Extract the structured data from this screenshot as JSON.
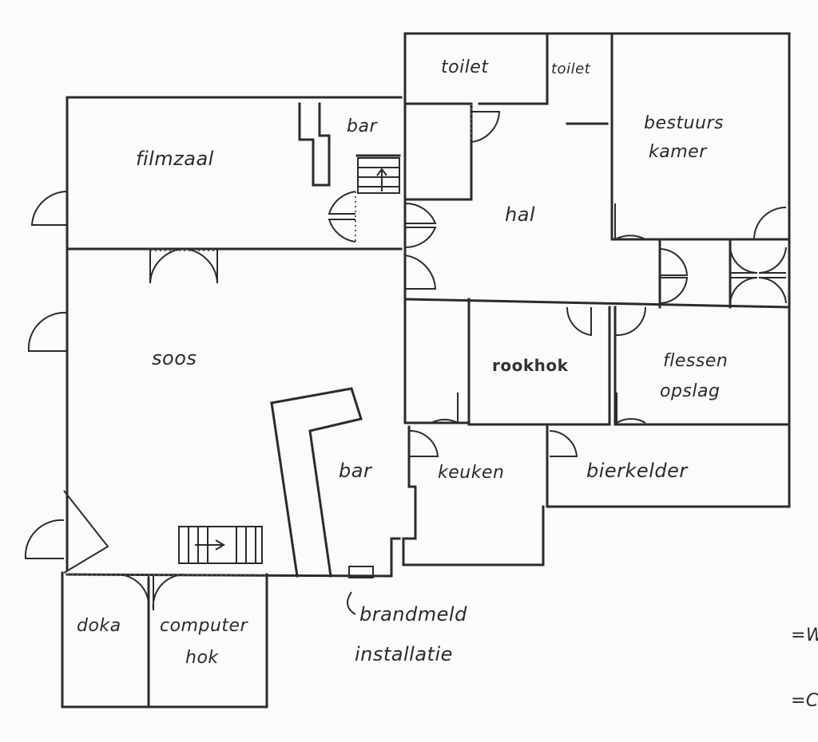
{
  "rooms": {
    "filmzaal": "filmzaal",
    "bar_top": "bar",
    "toilet_left": "toilet",
    "toilet_right": "toilet",
    "bestuurs_line1": "bestuurs",
    "bestuurs_line2": "kamer",
    "hal": "hal",
    "soos": "soos",
    "rookhok": "rookhok",
    "flessen_line1": "flessen",
    "flessen_line2": "opslag",
    "bar_bottom": "bar",
    "keuken": "keuken",
    "bierkelder": "bierkelder",
    "doka": "doka",
    "computer_line1": "computer",
    "computer_line2": "hok"
  },
  "annotations": {
    "brandmeld_line1": "brandmeld",
    "brandmeld_line2": "installatie"
  },
  "legend": {
    "item1": "=W",
    "item2": "=C"
  }
}
